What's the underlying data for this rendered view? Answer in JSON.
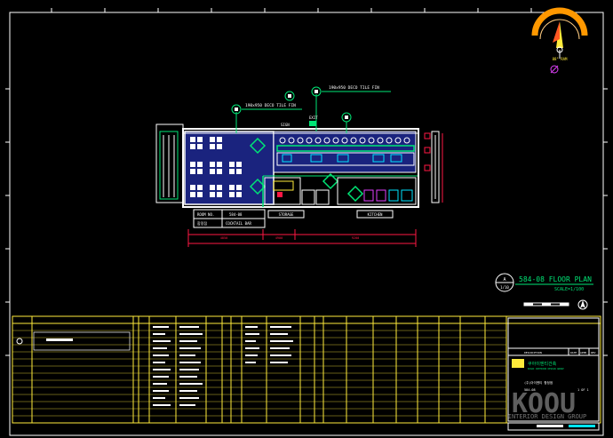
{
  "labels": {
    "tile1": "190x950 DECO TILE FIN",
    "tile2": "190x950 DECO TILE FIN",
    "sign": "SIGN",
    "exit": "EXIT",
    "room_no_label": "ROOM NO.",
    "room_no_value": "584-08",
    "room_name": "합정점",
    "room_type": "COCKTAIL BAR",
    "storage": "STORAGE",
    "kitchen": "KITCHEN",
    "dim_left": "4850",
    "dim_mid": "4900",
    "dim_right": "9200",
    "plan_title": "584-08 FLOOR PLAN",
    "plan_scale": "SCALE=1/100",
    "circle_top": "A",
    "circle_bottom": "1/10",
    "compass_label": "88° RAM",
    "title_box": {
      "description": "DESCRIPTION",
      "date": "DATE",
      "appr": "APPR",
      "rev": "REV",
      "company": "쿠아이엔티건축",
      "company_sub": "KOOAI INTERIOR DESIGN GROUP",
      "project": "(주)아이엔티 합정점",
      "drawing_no": "584-08",
      "sheet": "1 OF 1"
    },
    "watermark": "KOOU",
    "watermark_sub": "INTERIOR DESIGN GROUP"
  },
  "colors": {
    "background": "#000000",
    "frame": "#ffffff",
    "plan_fill": "#1a237e",
    "wall": "#ffffff",
    "green": "#00e676",
    "yellow": "#ffeb3b",
    "red": "#ff1744",
    "cyan": "#00e5ff",
    "magenta": "#e040fb",
    "compass": "#ff9800"
  }
}
